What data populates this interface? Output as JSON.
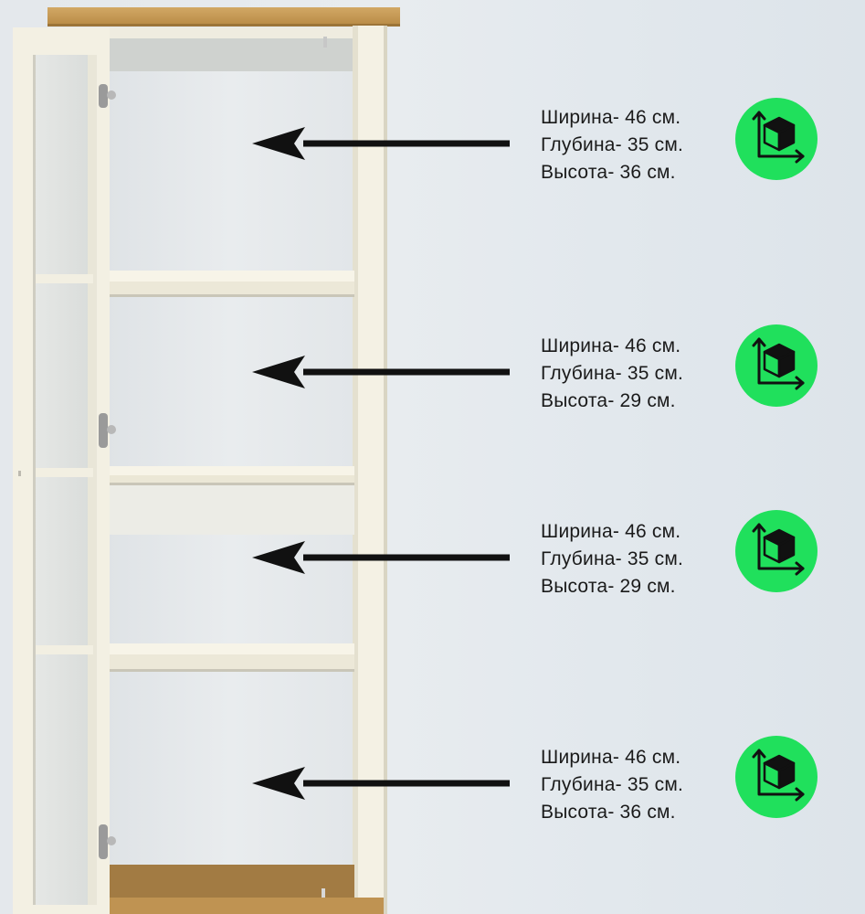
{
  "shelves": [
    {
      "width": "Ширина- 46 см.",
      "depth": "Глубина- 35 см.",
      "height": "Высота- 36 см."
    },
    {
      "width": "Ширина- 46 см.",
      "depth": "Глубина- 35 см.",
      "height": "Высота- 29 см."
    },
    {
      "width": "Ширина- 46 см.",
      "depth": "Глубина- 35 см.",
      "height": "Высота- 29 см."
    },
    {
      "width": "Ширина- 46 см.",
      "depth": "Глубина- 35 см.",
      "height": "Высота- 36 см."
    }
  ],
  "icon": "dimensions-cube-icon",
  "colors": {
    "badge": "#20e05c",
    "cabinet_frame": "#f3f0e3",
    "wood_top": "#c89a55",
    "arrow": "#111111"
  }
}
